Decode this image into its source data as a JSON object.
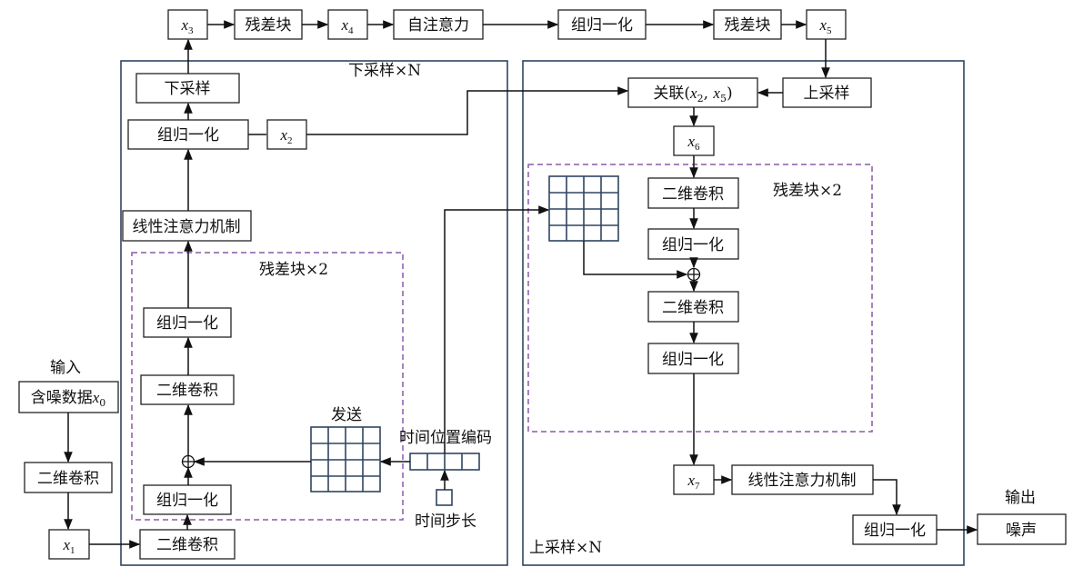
{
  "colors": {
    "frame": "#2f4560",
    "dashed_group": "#8a5aa8",
    "line": "#111111"
  },
  "frames": {
    "down": "下采样×N",
    "up": "上采样×N",
    "res_down": "残差块×2",
    "res_up": "残差块×2"
  },
  "nodes": {
    "x3": {
      "main": "x",
      "sub": "3"
    },
    "res_top_1": "残差块",
    "x4": {
      "main": "x",
      "sub": "4"
    },
    "self_attention": "自注意力",
    "groupnorm_top": "组归一化",
    "res_top_2": "残差块",
    "x5": {
      "main": "x",
      "sub": "5"
    },
    "downsample": "下采样",
    "groupnorm_down": "组归一化",
    "x2": {
      "main": "x",
      "sub": "2"
    },
    "linear_attn_down": "线性注意力机制",
    "gn_res_down_top": "组归一化",
    "conv_res_down": "二维卷积",
    "gn_res_down_bottom": "组归一化",
    "input_label": "输入",
    "input_box": {
      "main": "含噪数据",
      "var": "x",
      "sub": "0"
    },
    "conv_left": "二维卷积",
    "x1": {
      "main": "x",
      "sub": "1"
    },
    "conv_bottom": "二维卷积",
    "send_label": "发送",
    "time_pos_label": "时间位置编码",
    "time_step_label": "时间步长",
    "concat": {
      "main": "关联(",
      "v1": "x",
      "s1": "2",
      "sep": ", ",
      "v2": "x",
      "s2": "5",
      "end": ")"
    },
    "upsample": "上采样",
    "x6": {
      "main": "x",
      "sub": "6"
    },
    "conv_up_1": "二维卷积",
    "gn_up_1": "组归一化",
    "conv_up_2": "二维卷积",
    "gn_up_2": "组归一化",
    "x7": {
      "main": "x",
      "sub": "7"
    },
    "linear_attn_up": "线性注意力机制",
    "gn_final": "组归一化",
    "output_label": "输出",
    "noise": "噪声"
  }
}
